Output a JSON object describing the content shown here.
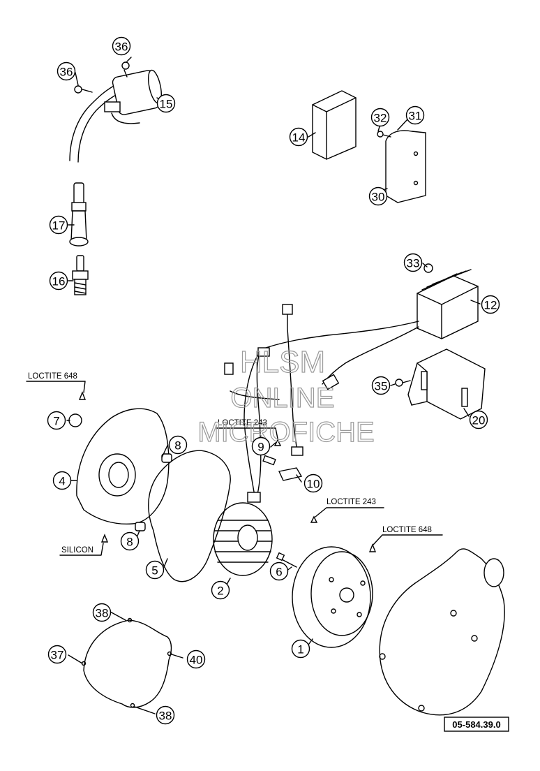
{
  "callouts": [
    "36",
    "36",
    "15",
    "14",
    "32",
    "31",
    "30",
    "17",
    "16",
    "33",
    "12",
    "35",
    "20",
    "7",
    "8",
    "4",
    "9",
    "10",
    "8",
    "5",
    "2",
    "6",
    "1",
    "38",
    "37",
    "40",
    "38"
  ],
  "labels": {
    "loctite_648_a": "LOCTITE 648",
    "loctite_243_a": "LOCTITE 243",
    "loctite_243_b": "LOCTITE 243",
    "loctite_648_b": "LOCTITE 648",
    "silicon": "SILICON"
  },
  "watermark": {
    "line1": "HLSM",
    "line2": "ONLINE",
    "line3": "MICROFICHE"
  },
  "reference_code": "05-584.39.0"
}
